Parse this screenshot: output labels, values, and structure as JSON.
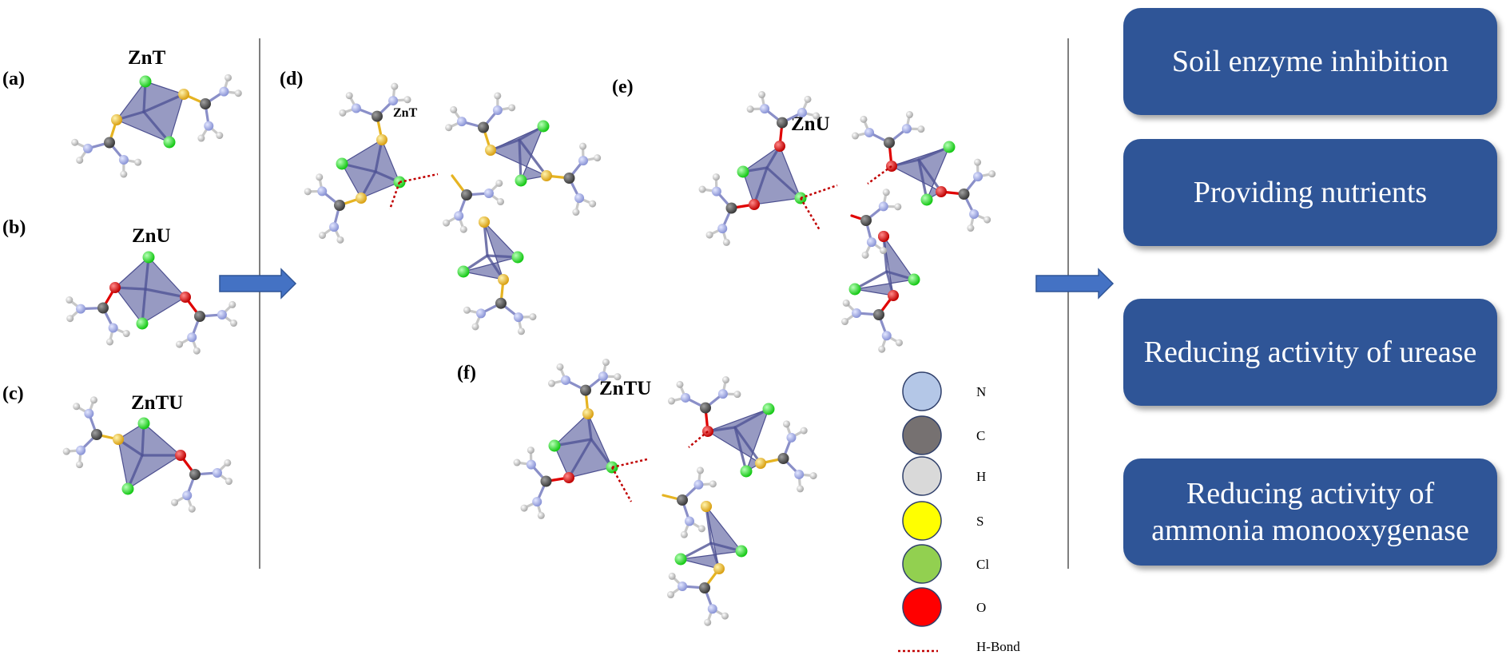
{
  "panels": [
    {
      "label": "(a)",
      "title": "ZnT"
    },
    {
      "label": "(b)",
      "title": "ZnU"
    },
    {
      "label": "(c)",
      "title": "ZnTU"
    },
    {
      "label": "(d)",
      "title": "ZnT"
    },
    {
      "label": "(e)",
      "title": "ZnU"
    },
    {
      "label": "(f)",
      "title": "ZnTU"
    }
  ],
  "legend": [
    {
      "label": "N",
      "color": "#b4c7e7"
    },
    {
      "label": "C",
      "color": "#767171"
    },
    {
      "label": "H",
      "color": "#d9d9d9"
    },
    {
      "label": "S",
      "color": "#ffff00"
    },
    {
      "label": "Cl",
      "color": "#92d050"
    },
    {
      "label": "O",
      "color": "#ff0000"
    },
    {
      "label": "H-Bond",
      "color": "#c00000"
    }
  ],
  "effects": [
    "Soil enzyme inhibition",
    "Providing nutrients",
    "Reducing activity of urease",
    "Reducing activity of ammonia monooxygenase"
  ],
  "colors": {
    "box_fill": "#2f5597",
    "arrow": "#4472c4",
    "tetrahedron": "#6b6fa8",
    "zn_s": "#e6b422",
    "zn_o": "#e00000",
    "zn_cl": "#33dd33",
    "carbon": "#5a5a5a",
    "nitrogen": "#9fa8e0",
    "hydrogen": "#d0d0d0",
    "hbond": "#c00000"
  }
}
